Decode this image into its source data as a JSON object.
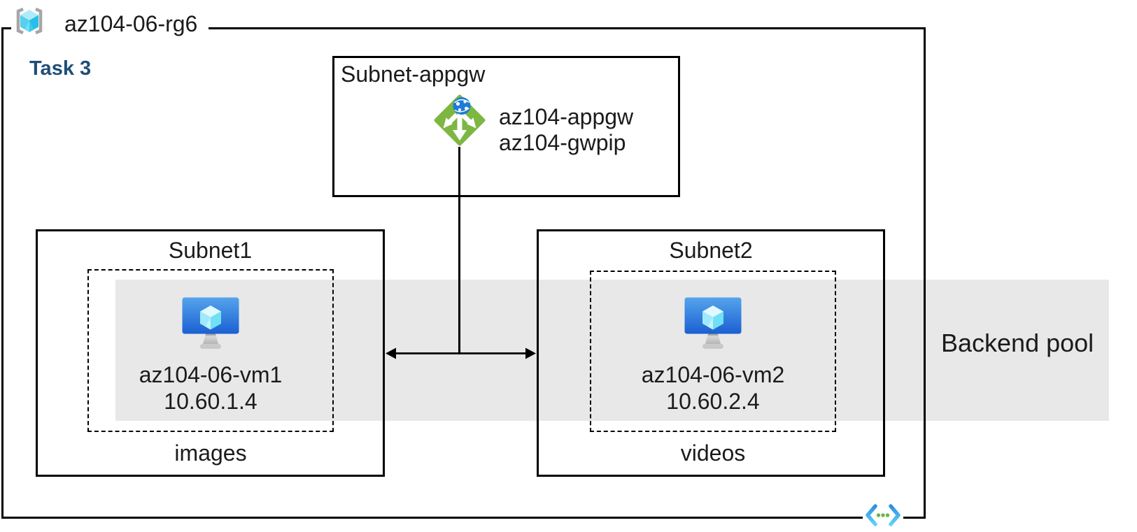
{
  "diagram": {
    "resource_group": {
      "name": "az104-06-rg6"
    },
    "task": {
      "label": "Task 3"
    },
    "appgw_subnet": {
      "title": "Subnet-appgw",
      "gateway_name": "az104-appgw",
      "public_ip_name": "az104-gwpip"
    },
    "subnet1": {
      "title": "Subnet1",
      "vm_name": "az104-06-vm1",
      "vm_ip": "10.60.1.4",
      "storage_label": "images"
    },
    "subnet2": {
      "title": "Subnet2",
      "vm_name": "az104-06-vm2",
      "vm_ip": "10.60.2.4",
      "storage_label": "videos"
    },
    "backend_pool": {
      "label": "Backend pool"
    },
    "icons": {
      "resource_group": "resource-group-icon",
      "application_gateway": "application-gateway-icon",
      "virtual_machine": "virtual-machine-icon",
      "virtual_network": "virtual-network-icon"
    },
    "colors": {
      "task_label": "#1F4E79",
      "backend_band": "#E8E8E8",
      "appgw_green": "#7DB742",
      "globe_blue": "#1C7CD6",
      "vm_screen_top": "#55A4EC",
      "vm_screen_bottom": "#1B60D2",
      "rg_cube_cyan": "#28BEE8",
      "vnet_blue": "#2E8FE0",
      "vnet_cyan": "#62D3F4",
      "vnet_dot_green": "#67B64B",
      "border": "#000000"
    }
  }
}
